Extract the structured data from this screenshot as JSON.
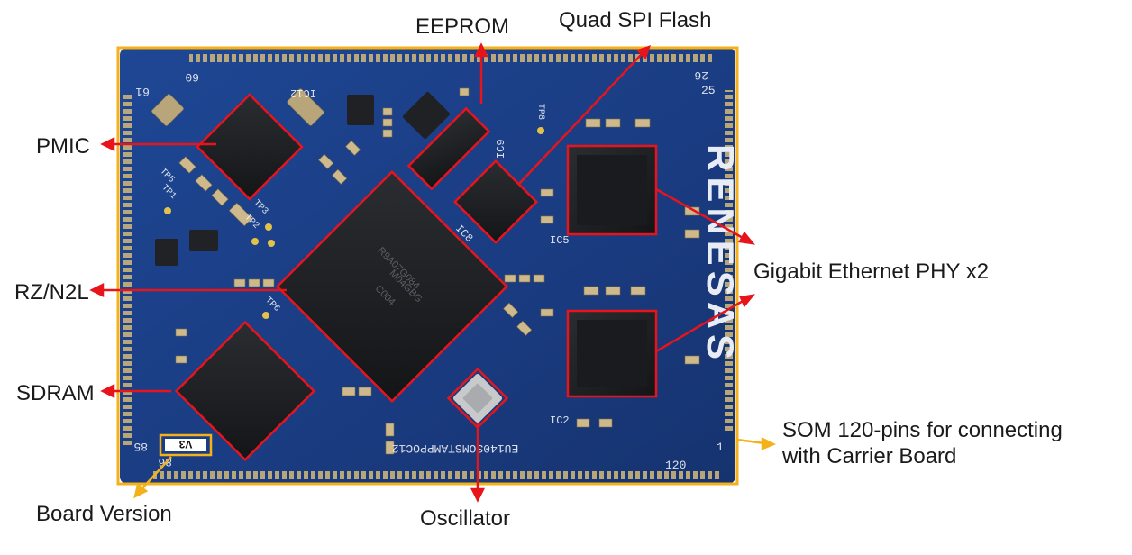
{
  "callouts": {
    "eeprom": "EEPROM",
    "qspi_flash": "Quad SPI Flash",
    "pmic": "PMIC",
    "rz_n2l": "RZ/N2L",
    "sdram": "SDRAM",
    "gigabit_phy": "Gigabit Ethernet PHY x2",
    "som_pins_line1": "SOM 120-pins for connecting",
    "som_pins_line2": "with Carrier Board",
    "board_version": "Board Version",
    "oscillator": "Oscillator"
  },
  "board_marks": {
    "version_tag": "V3",
    "part_number": "EU140SOMSTAMPPOC12",
    "brand": "RENESAS",
    "pin_1": "1",
    "pin_25": "25",
    "pin_26": "26",
    "pin_60": "60",
    "pin_61": "61",
    "pin_85": "85",
    "pin_86": "86",
    "pin_120": "120",
    "ic8": "IC8",
    "ic9": "IC9",
    "ic2": "IC2",
    "ic5": "IC5",
    "ic12": "IC12",
    "tp8": "TP8",
    "tp1": "TP1",
    "tp2": "TP2",
    "tp3": "TP3",
    "tp5": "TP5",
    "tp6": "TP6",
    "mcu_mark_1": "R9A07G084",
    "mcu_mark_2": "M04GBG",
    "mcu_mark_3": "C004"
  },
  "colors": {
    "callout_arrow": "#e8141c",
    "board_outline_highlight": "#f3b21b",
    "pcb_blue": "#1b3f86",
    "chip_black": "#1d1f22"
  }
}
